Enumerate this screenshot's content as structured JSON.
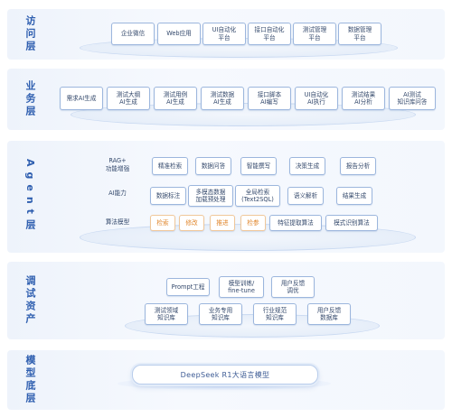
{
  "layers": {
    "access": {
      "title": "访问层",
      "items": [
        "企业微信",
        "Web应用",
        "UI自动化\n平台",
        "接口自动化\n平台",
        "测试管理\n平台",
        "数据管理\n平台"
      ]
    },
    "business": {
      "title": "业务层",
      "items": [
        "需求AI生成",
        "测试大纲\nAI生成",
        "测试用例\nAI生成",
        "测试数据\nAI生成",
        "接口脚本\nAI编写",
        "UI自动化\nAI执行",
        "测试结果\nAI分析",
        "AI测试\n知识库问答"
      ]
    },
    "agent": {
      "title": "Agent层",
      "rows": [
        {
          "label": "RAG+\n功能增强",
          "items": [
            "精准检索",
            "数据问答",
            "智能撰写",
            "决策生成",
            "报告分析"
          ]
        },
        {
          "label": "AI能力",
          "items": [
            "数据标注",
            "多模态数据\n加载预处理",
            "全局检索\n(Text2SQL)",
            "语义解析",
            "结果生成"
          ]
        },
        {
          "label": "算法模型",
          "items": [
            "检索",
            "修改",
            "推进",
            "检参",
            "特征提取算法",
            "模式识别算法"
          ]
        }
      ]
    },
    "assets": {
      "title": "调试资产",
      "row1": [
        "Prompt工程",
        "模型训练/\nfine-tune",
        "用户反馈\n调优"
      ],
      "row2": [
        "测试领域\n知识库",
        "业务专用\n知识库",
        "行业规范\n知识库",
        "用户反馈\n数据库"
      ]
    },
    "model": {
      "title": "模型底层",
      "name": "DeepSeek  R1大语言模型"
    }
  },
  "colors": {
    "accent": "#2f5fb0",
    "box_border": "#9cb6dd",
    "highlight_text": "#e0852a",
    "layer_bg": "#eef3fb"
  }
}
